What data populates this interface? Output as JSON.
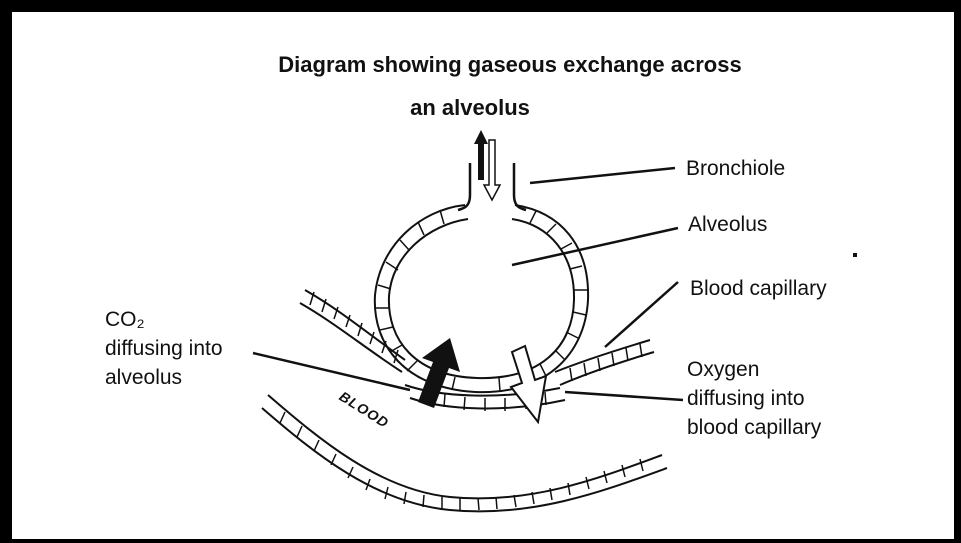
{
  "title": {
    "line1": "Diagram showing gaseous exchange across",
    "line2": "an alveolus"
  },
  "labels": {
    "bronchiole": "Bronchiole",
    "alveolus": "Alveolus",
    "blood_capillary": "Blood capillary",
    "co2_line1": "CO₂",
    "co2_line2": "diffusing into",
    "co2_line3": "alveolus",
    "oxygen_line1": "Oxygen",
    "oxygen_line2": "diffusing into",
    "oxygen_line3": "blood capillary",
    "blood": "BLOOD"
  },
  "colors": {
    "frame": "#000000",
    "background": "#ffffff",
    "ink": "#111111"
  }
}
